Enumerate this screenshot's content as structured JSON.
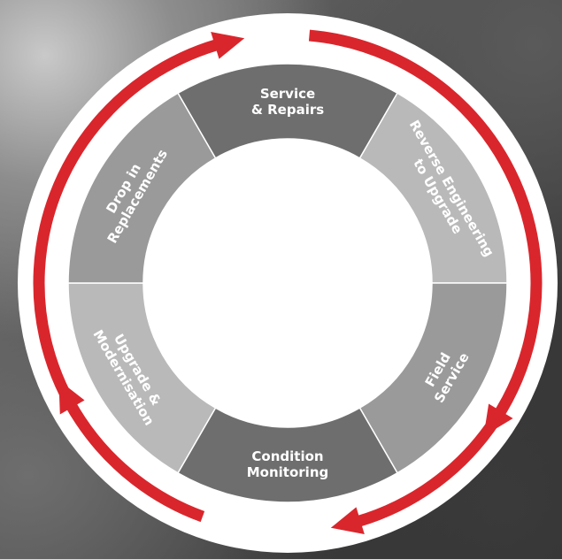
{
  "diagram": {
    "segments": [
      {
        "lines": [
          "Service",
          "& Repairs"
        ],
        "color": "#6e6e6e"
      },
      {
        "lines": [
          "Reverse Engineering",
          "to Upgrade"
        ],
        "color": "#b9b9b9"
      },
      {
        "lines": [
          "Field",
          "Service"
        ],
        "color": "#9a9a9a"
      },
      {
        "lines": [
          "Condition",
          "Monitoring"
        ],
        "color": "#6e6e6e"
      },
      {
        "lines": [
          "Upgrade &",
          "Modernisation"
        ],
        "color": "#b9b9b9"
      },
      {
        "lines": [
          "Drop in",
          "Replacements"
        ],
        "color": "#9a9a9a"
      }
    ],
    "ring_color": "#ffffff",
    "arrow_color": "#d9262c"
  }
}
